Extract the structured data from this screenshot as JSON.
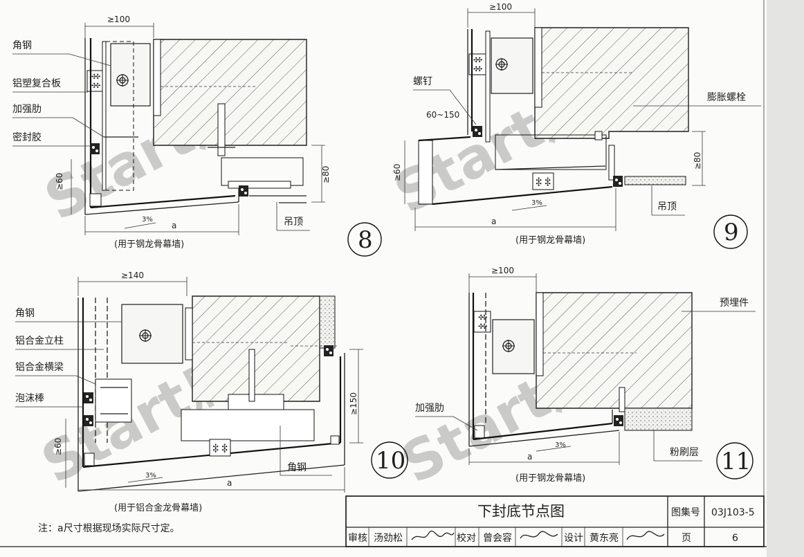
{
  "details": [
    {
      "number": "8",
      "caption": "(用于钢龙骨幕墙)",
      "labels": [
        "角钢",
        "铝塑复合板",
        "加强肋",
        "密封胶",
        "吊顶"
      ],
      "dims": {
        "top": "≥100",
        "left": "≥60",
        "right": "≥80",
        "slope": "3%",
        "width": "a"
      }
    },
    {
      "number": "9",
      "caption": "(用于钢龙骨幕墙)",
      "labels": [
        "螺钉",
        "膨胀螺栓",
        "吊顶"
      ],
      "dims": {
        "top": "≥100",
        "left": "≥60",
        "right": "≥80",
        "slope": "3%",
        "width": "a",
        "range": "60~150"
      }
    },
    {
      "number": "10",
      "caption": "(用于铝合金龙骨幕墙)",
      "labels": [
        "角钢",
        "铝合金立柱",
        "铝合金横梁",
        "泡沫棒",
        "角钢"
      ],
      "dims": {
        "top": "≥140",
        "left": "≥60",
        "right": "≥150",
        "slope": "3%",
        "width": "a"
      }
    },
    {
      "number": "11",
      "caption": "(用于钢龙骨幕墙)",
      "labels": [
        "预埋件",
        "加强肋",
        "粉刷层"
      ],
      "dims": {
        "top": "≥100",
        "slope": "3%",
        "width": "a"
      }
    }
  ],
  "note": "注：a尺寸根据现场实际尺寸定。",
  "title_block": {
    "title": "下封底节点图",
    "atlas_label": "图集号",
    "atlas_no": "03J103-5",
    "review_label": "审核",
    "reviewer": "汤劲松",
    "check_label": "校对",
    "checker": "曾会容",
    "design_label": "设计",
    "designer": "黄东亮",
    "page_label": "页",
    "page_no": "6"
  },
  "watermark": "Start启程"
}
